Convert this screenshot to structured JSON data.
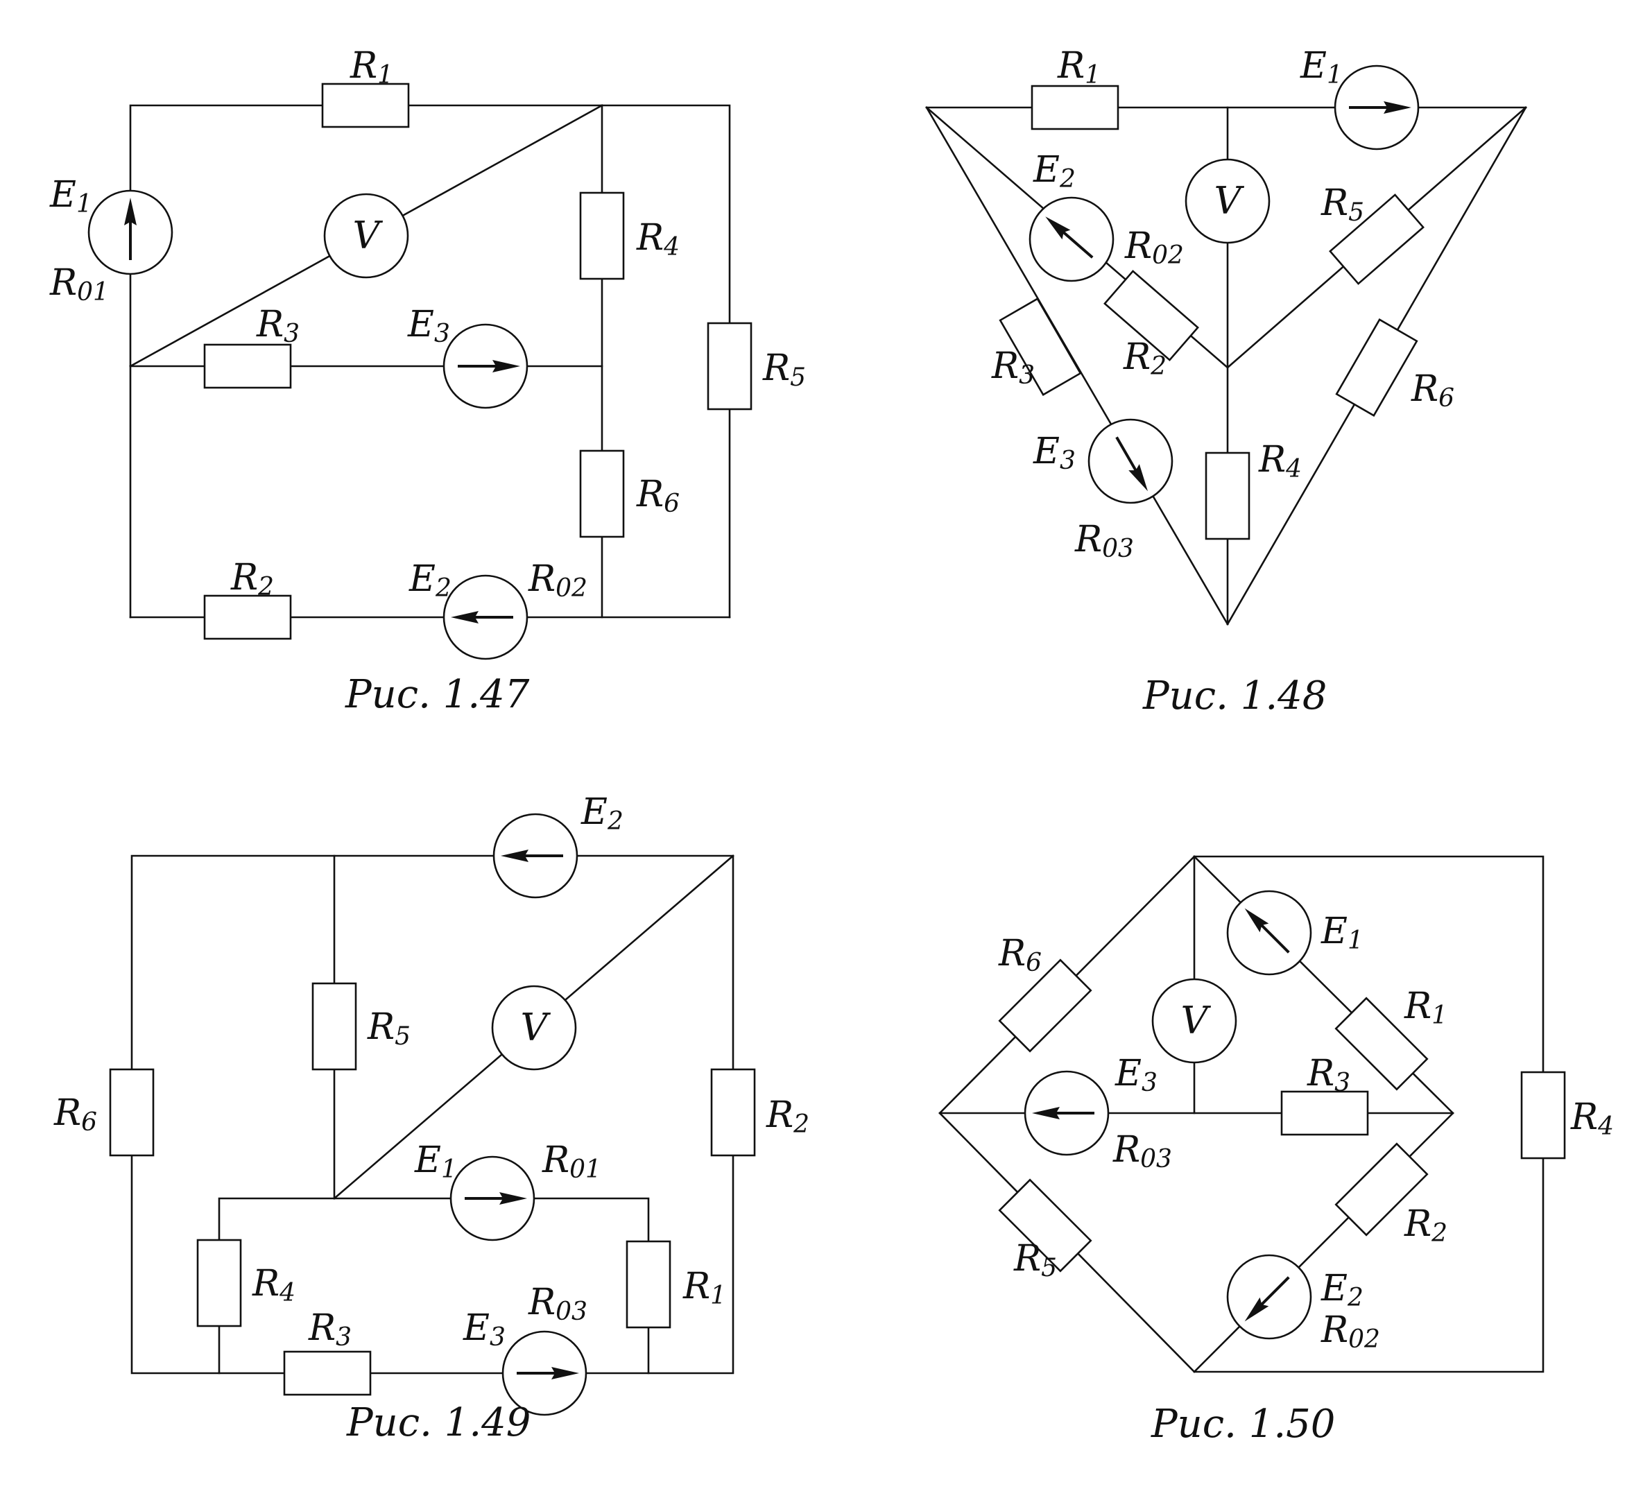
{
  "figures": [
    {
      "caption": "Рис. 1.47",
      "labels": {
        "R1": {
          "main": "R",
          "sub": "1"
        },
        "R2": {
          "main": "R",
          "sub": "2"
        },
        "R3": {
          "main": "R",
          "sub": "3"
        },
        "R4": {
          "main": "R",
          "sub": "4"
        },
        "R5": {
          "main": "R",
          "sub": "5"
        },
        "R6": {
          "main": "R",
          "sub": "6"
        },
        "E1": {
          "main": "E",
          "sub": "1"
        },
        "E2": {
          "main": "E",
          "sub": "2"
        },
        "E3": {
          "main": "E",
          "sub": "3"
        },
        "R01": {
          "main": "R",
          "sub": "01"
        },
        "R02": {
          "main": "R",
          "sub": "02"
        },
        "V": "V"
      }
    },
    {
      "caption": "Рис. 1.48",
      "labels": {
        "R1": {
          "main": "R",
          "sub": "1"
        },
        "R2": {
          "main": "R",
          "sub": "2"
        },
        "R3": {
          "main": "R",
          "sub": "3"
        },
        "R4": {
          "main": "R",
          "sub": "4"
        },
        "R5": {
          "main": "R",
          "sub": "5"
        },
        "R6": {
          "main": "R",
          "sub": "6"
        },
        "E1": {
          "main": "E",
          "sub": "1"
        },
        "E2": {
          "main": "E",
          "sub": "2"
        },
        "E3": {
          "main": "E",
          "sub": "3"
        },
        "R02": {
          "main": "R",
          "sub": "02"
        },
        "R03": {
          "main": "R",
          "sub": "03"
        },
        "V": "V"
      }
    },
    {
      "caption": "Рис. 1.49",
      "labels": {
        "R1": {
          "main": "R",
          "sub": "1"
        },
        "R2": {
          "main": "R",
          "sub": "2"
        },
        "R3": {
          "main": "R",
          "sub": "3"
        },
        "R4": {
          "main": "R",
          "sub": "4"
        },
        "R5": {
          "main": "R",
          "sub": "5"
        },
        "R6": {
          "main": "R",
          "sub": "6"
        },
        "E1": {
          "main": "E",
          "sub": "1"
        },
        "E2": {
          "main": "E",
          "sub": "2"
        },
        "E3": {
          "main": "E",
          "sub": "3"
        },
        "R01": {
          "main": "R",
          "sub": "01"
        },
        "R03": {
          "main": "R",
          "sub": "03"
        },
        "V": "V"
      }
    },
    {
      "caption": "Рис. 1.50",
      "labels": {
        "R1": {
          "main": "R",
          "sub": "1"
        },
        "R2": {
          "main": "R",
          "sub": "2"
        },
        "R3": {
          "main": "R",
          "sub": "3"
        },
        "R4": {
          "main": "R",
          "sub": "4"
        },
        "R5": {
          "main": "R",
          "sub": "5"
        },
        "R6": {
          "main": "R",
          "sub": "6"
        },
        "E1": {
          "main": "E",
          "sub": "1"
        },
        "E2": {
          "main": "E",
          "sub": "2"
        },
        "E3": {
          "main": "E",
          "sub": "3"
        },
        "R02": {
          "main": "R",
          "sub": "02"
        },
        "R03": {
          "main": "R",
          "sub": "03"
        },
        "V": "V"
      }
    }
  ]
}
